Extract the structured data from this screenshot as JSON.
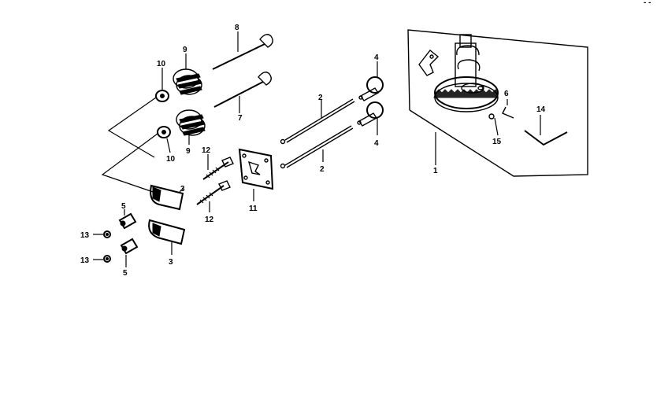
{
  "callouts": {
    "n1": "1",
    "n2a": "2",
    "n2b": "2",
    "n3a": "3",
    "n3b": "3",
    "n4a": "4",
    "n4b": "4",
    "n5a": "5",
    "n5b": "5",
    "n6": "6",
    "n7": "7",
    "n8": "8",
    "n9a": "9",
    "n9b": "9",
    "n10a": "10",
    "n10b": "10",
    "n11": "11",
    "n12a": "12",
    "n12b": "12",
    "n13a": "13",
    "n13b": "13",
    "n14": "14",
    "n15": "15"
  },
  "corner_mark": "- -"
}
